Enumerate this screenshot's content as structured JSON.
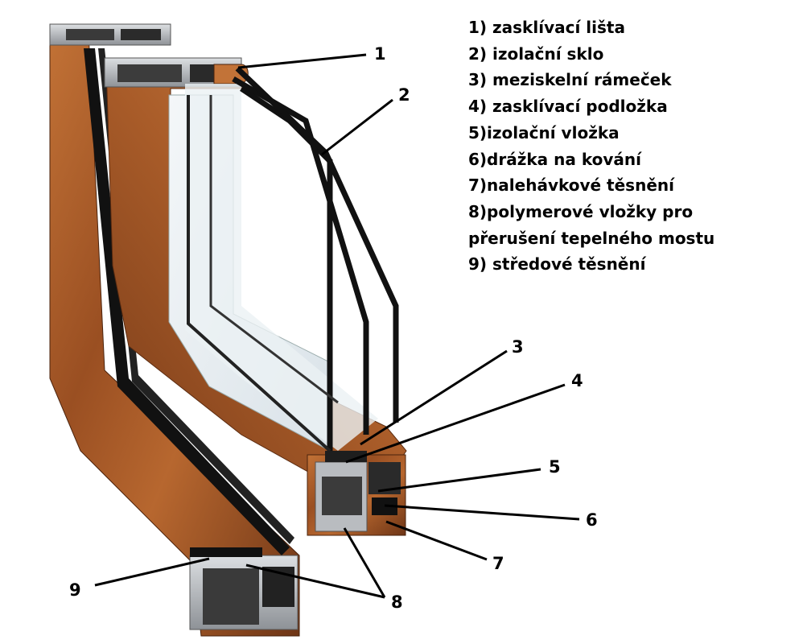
{
  "legend": {
    "items": [
      "1) zasklívací lišta",
      "2) izolační sklo",
      "3) meziskelní rámeček",
      "4) zasklívací podložka",
      "5)izolační vložka",
      "6)drážka na kování",
      "7)nalehávkové těsnění",
      "8)polymerové vložky pro",
      "přerušení tepelného mostu",
      "9) středové těsnění"
    ]
  },
  "callouts": [
    "1",
    "2",
    "3",
    "4",
    "5",
    "6",
    "7",
    "8",
    "9"
  ],
  "colors": {
    "wood_dark": "#6b3416",
    "wood_mid": "#a2592a",
    "wood_light": "#c9793d",
    "glass": "#e6edf1",
    "seal": "#1a1a1a",
    "steel": "#b9bcc0"
  }
}
